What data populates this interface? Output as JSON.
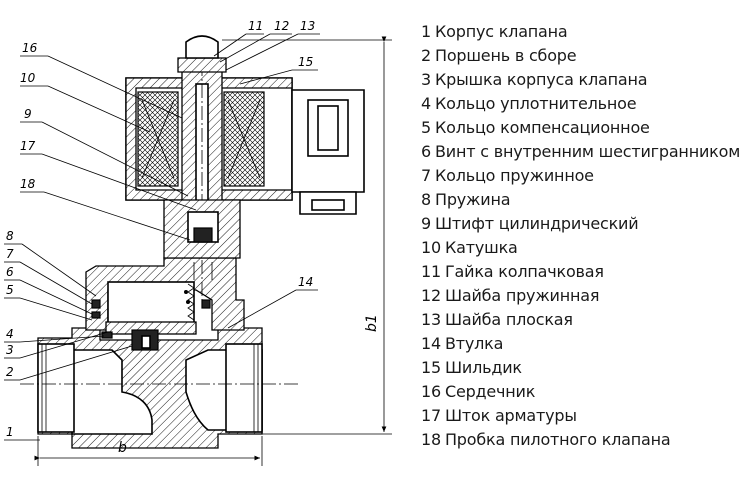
{
  "legend": {
    "items": [
      {
        "num": "1",
        "text": "Корпус клапана"
      },
      {
        "num": "2",
        "text": "Поршень в сборе"
      },
      {
        "num": "3",
        "text": "Крышка корпуса клапана"
      },
      {
        "num": "4",
        "text": "Кольцо уплотнительное"
      },
      {
        "num": "5",
        "text": "Кольцо компенсационное"
      },
      {
        "num": "6",
        "text": "Винт с внутренним шестигранником"
      },
      {
        "num": "7",
        "text": "Кольцо пружинное"
      },
      {
        "num": "8",
        "text": "Пружина"
      },
      {
        "num": "9",
        "text": "Штифт цилиндрический"
      },
      {
        "num": "10",
        "text": "Катушка"
      },
      {
        "num": "11",
        "text": "Гайка колпачковая"
      },
      {
        "num": "12",
        "text": "Шайба пружинная"
      },
      {
        "num": "13",
        "text": "Шайба плоская"
      },
      {
        "num": "14",
        "text": "Втулка"
      },
      {
        "num": "15",
        "text": "Шильдик"
      },
      {
        "num": "16",
        "text": "Сердечник"
      },
      {
        "num": "17",
        "text": "Шток арматуры"
      },
      {
        "num": "18",
        "text": "Пробка пилотного клапана"
      }
    ]
  },
  "callouts": {
    "n1": "1",
    "n2": "2",
    "n3": "3",
    "n4": "4",
    "n5": "5",
    "n6": "6",
    "n7": "7",
    "n8": "8",
    "n9": "9",
    "n10": "10",
    "n11": "11",
    "n12": "12",
    "n13": "13",
    "n14": "14",
    "n15": "15",
    "n16": "16",
    "n17": "17",
    "n18": "18"
  },
  "dimensions": {
    "width_label": "b",
    "height_label": "b1"
  }
}
